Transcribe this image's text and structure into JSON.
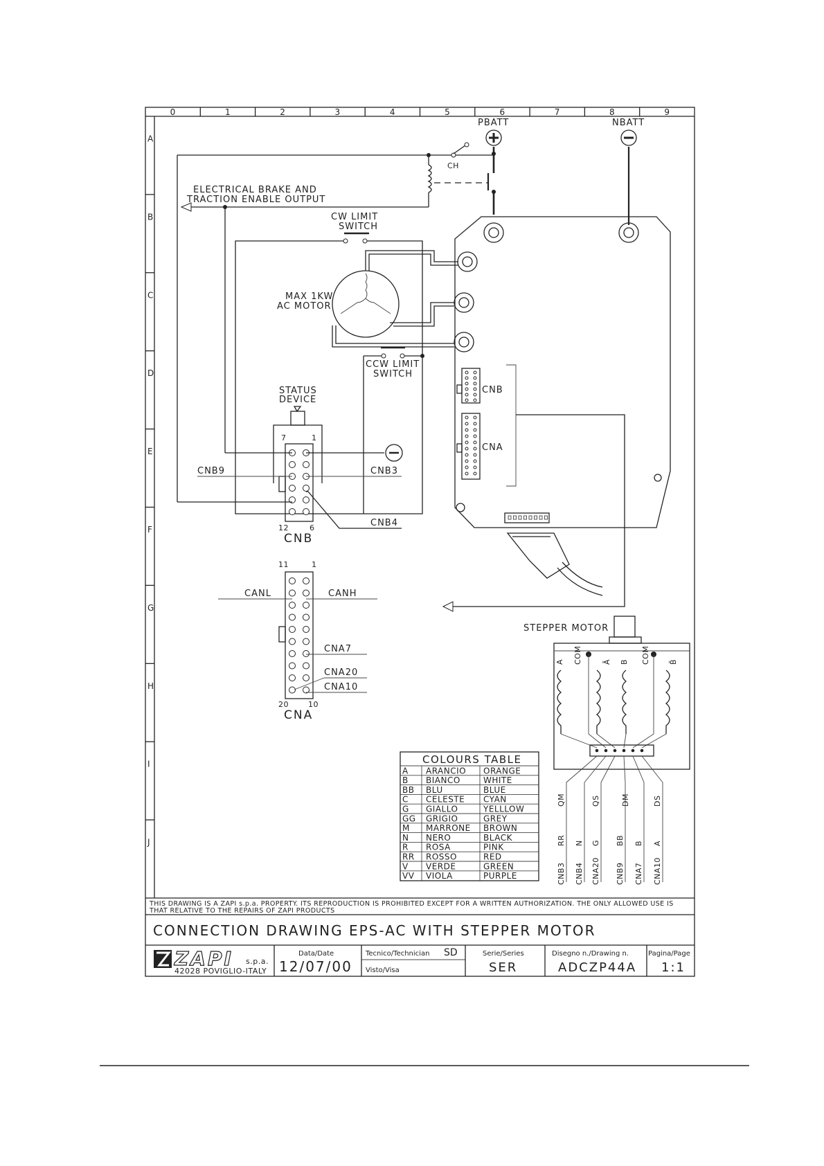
{
  "grid": {
    "columns": [
      "0",
      "1",
      "2",
      "3",
      "4",
      "5",
      "6",
      "7",
      "8",
      "9"
    ],
    "rows": [
      "A",
      "B",
      "C",
      "D",
      "E",
      "F",
      "G",
      "H",
      "I",
      "J"
    ]
  },
  "labels": {
    "pbatt": "PBATT",
    "nbatt": "NBATT",
    "ch": "CH",
    "brake_line1": "ELECTRICAL BRAKE AND",
    "brake_line2": "TRACTION ENABLE OUTPUT",
    "cw_line1": "CW LIMIT",
    "cw_line2": "SWITCH",
    "ccw_line1": "CCW LIMIT",
    "ccw_line2": "SWITCH",
    "motor_line1": "MAX 1KW",
    "motor_line2": "AC MOTOR",
    "status_line1": "STATUS",
    "status_line2": "DEVICE",
    "cnb": "CNB",
    "cna": "CNA",
    "cnb9": "CNB9",
    "cnb3": "CNB3",
    "cnb4": "CNB4",
    "cnb_title": "CNB",
    "cnb_pin7": "7",
    "cnb_pin1": "1",
    "cnb_pin12": "12",
    "cnb_pin6": "6",
    "cana_title": "CNA",
    "cna_pin11": "11",
    "cna_pin1": "1",
    "cna_pin20": "20",
    "cna_pin10": "10",
    "canl": "CANL",
    "canh": "CANH",
    "cna7": "CNA7",
    "cna20": "CNA20",
    "cna10": "CNA10",
    "stepper_motor": "STEPPER MOTOR",
    "coil_a": "A",
    "coil_com1": "COM",
    "coil_abar": "Ā",
    "coil_b": "B",
    "coil_com2": "COM",
    "coil_bbar": "B̄"
  },
  "wire_codes": {
    "signals": [
      "QM",
      "QS",
      "DM",
      "DS"
    ],
    "colours": [
      "RR",
      "N",
      "G",
      "BB",
      "B",
      "A"
    ],
    "connectors": [
      "CNB3",
      "CNB4",
      "CNA20",
      "CNB9",
      "CNA7",
      "CNA10"
    ]
  },
  "colours_table": {
    "title": "COLOURS TABLE",
    "rows": [
      [
        "A",
        "ARANCIO",
        "ORANGE"
      ],
      [
        "B",
        "BIANCO",
        "WHITE"
      ],
      [
        "BB",
        "BLU",
        "BLUE"
      ],
      [
        "C",
        "CELESTE",
        "CYAN"
      ],
      [
        "G",
        "GIALLO",
        "YELLLOW"
      ],
      [
        "GG",
        "GRIGIO",
        "GREY"
      ],
      [
        "M",
        "MARRONE",
        "BROWN"
      ],
      [
        "N",
        "NERO",
        "BLACK"
      ],
      [
        "R",
        "ROSA",
        "PINK"
      ],
      [
        "RR",
        "ROSSO",
        "RED"
      ],
      [
        "V",
        "VERDE",
        "GREEN"
      ],
      [
        "VV",
        "VIOLA",
        "PURPLE"
      ]
    ]
  },
  "title_block": {
    "notice_line1": "THIS DRAWING IS A ZAPI s.p.a. PROPERTY. ITS REPRODUCTION IS PROHIBITED EXCEPT FOR A WRITTEN AUTHORIZATION. THE ONLY ALLOWED USE IS",
    "notice_line2": "THAT RELATIVE TO THE REPAIRS OF ZAPI PRODUCTS",
    "title": "CONNECTION DRAWING EPS-AC WITH STEPPER MOTOR",
    "company": "ZAPI",
    "company_suffix": "s.p.a.",
    "company_address": "42028 POVIGLIO-ITALY",
    "date_label": "Data/Date",
    "date_value": "12/07/00",
    "technician_label": "Tecnico/Technician",
    "technician_value": "SD",
    "visto_label": "Visto/Visa",
    "series_label": "Serie/Series",
    "series_value": "SER",
    "drawing_label": "Disegno n./Drawing n.",
    "drawing_value": "ADCZP44A",
    "page_label": "Pagina/Page",
    "page_value": "1:1"
  }
}
